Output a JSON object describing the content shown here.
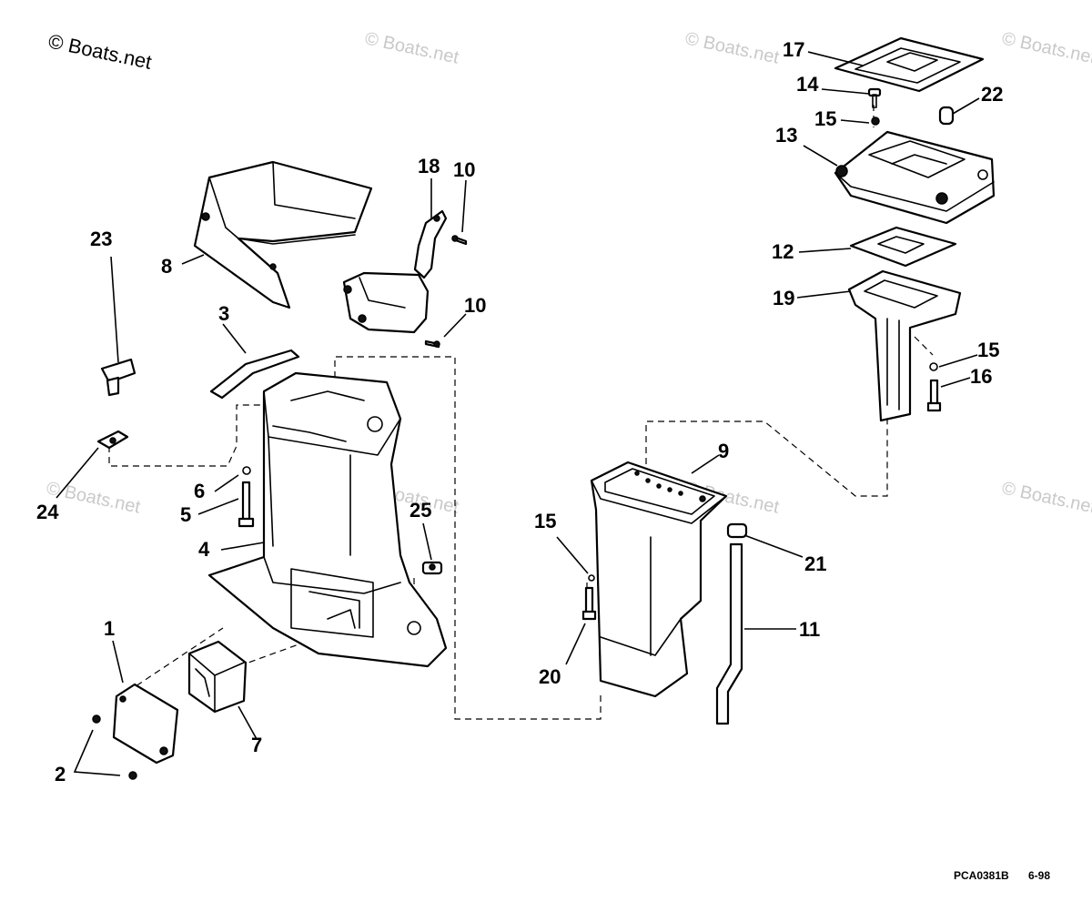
{
  "watermark": {
    "main": "© Boats.net",
    "repeat": "© Boats.net"
  },
  "footer": {
    "drawing_code": "PCA0381B",
    "date": "6-98"
  },
  "callouts": {
    "c1": "1",
    "c2": "2",
    "c3": "3",
    "c4": "4",
    "c5": "5",
    "c6": "6",
    "c7": "7",
    "c8": "8",
    "c9": "9",
    "c10a": "10",
    "c10b": "10",
    "c11": "11",
    "c12": "12",
    "c13": "13",
    "c14": "14",
    "c15a": "15",
    "c15b": "15",
    "c15c": "15",
    "c16": "16",
    "c17": "17",
    "c18": "18",
    "c19": "19",
    "c20": "20",
    "c21": "21",
    "c22": "22",
    "c23": "23",
    "c24": "24",
    "c25": "25"
  }
}
